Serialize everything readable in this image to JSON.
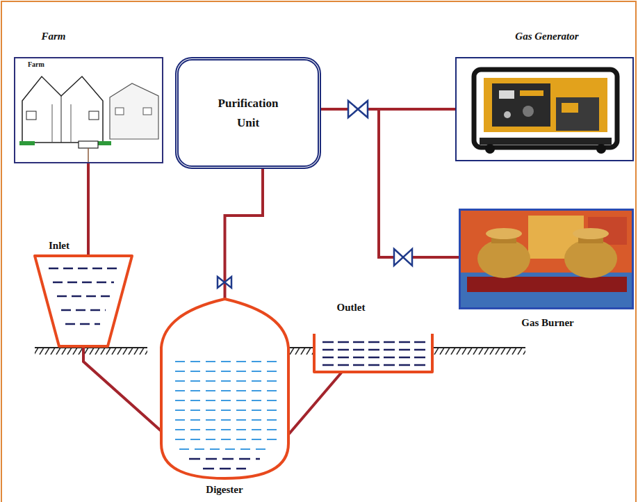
{
  "diagram": {
    "nodes": [
      {
        "text": [
          "Farm"
        ]
      },
      {
        "text": [
          "Purification Unit"
        ]
      },
      {
        "text": [
          "Gas Generator"
        ]
      },
      {
        "text": [
          "Gas Burner"
        ]
      },
      {
        "text": [
          "Inlet"
        ]
      },
      {
        "text": [
          "Outlet"
        ]
      },
      {
        "text": [
          "Digester"
        ]
      }
    ],
    "edges": [
      {
        "from": 0,
        "to": 4,
        "arrow": "none"
      },
      {
        "from": 4,
        "to": 6,
        "arrow": "none"
      },
      {
        "from": 6,
        "to": 5,
        "arrow": "none"
      },
      {
        "from": 6,
        "to": 1,
        "arrow": "none"
      },
      {
        "from": 1,
        "to": 2,
        "arrow": "none"
      },
      {
        "from": 1,
        "to": 3,
        "arrow": "none"
      }
    ],
    "labels": [
      "Farm"
    ]
  }
}
